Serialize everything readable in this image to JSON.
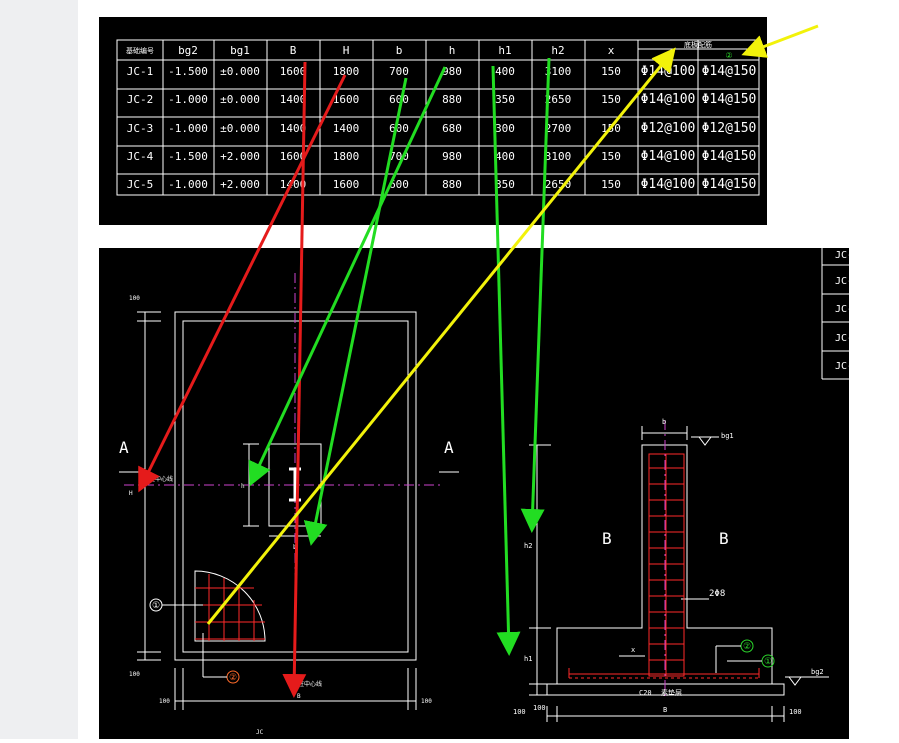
{
  "table": {
    "headers": [
      "基础编号",
      "bg2",
      "bg1",
      "B",
      "H",
      "b",
      "h",
      "h1",
      "h2",
      "x"
    ],
    "rebar_header": "底板配筋",
    "rebar_sub": [
      "①",
      "②"
    ],
    "rows": [
      [
        "JC-1",
        "-1.500",
        "±0.000",
        "1600",
        "1800",
        "700",
        "980",
        "400",
        "3100",
        "150",
        "Φ14@100",
        "Φ14@150"
      ],
      [
        "JC-2",
        "-1.000",
        "±0.000",
        "1400",
        "1600",
        "600",
        "880",
        "350",
        "2650",
        "150",
        "Φ14@100",
        "Φ14@150"
      ],
      [
        "JC-3",
        "-1.000",
        "±0.000",
        "1400",
        "1400",
        "600",
        "680",
        "300",
        "2700",
        "150",
        "Φ12@100",
        "Φ12@150"
      ],
      [
        "JC-4",
        "-1.500",
        "+2.000",
        "1600",
        "1800",
        "700",
        "980",
        "400",
        "3100",
        "150",
        "Φ14@100",
        "Φ14@150"
      ],
      [
        "JC-5",
        "-1.000",
        "+2.000",
        "1400",
        "1600",
        "600",
        "880",
        "350",
        "2650",
        "150",
        "Φ14@100",
        "Φ14@150"
      ]
    ]
  },
  "right_stub_labels": [
    "JC-",
    "JC-",
    "JC-",
    "JC-",
    "JC-"
  ],
  "plan": {
    "section_left": "A",
    "section_right": "A",
    "axis_label_h": "柱中心线",
    "axis_label_v": "柱中心线",
    "dim_top": "100",
    "dim_bottom_left": "100",
    "dim_bottom_right": "100",
    "dim_left_bottom": "100",
    "dim_B": "B",
    "dim_H": "H",
    "dim_b": "b",
    "dim_h": "h",
    "callout_1": "①",
    "callout_2": "②",
    "caption": "JC"
  },
  "section": {
    "label_left": "B",
    "label_right": "B",
    "dim_b": "b",
    "dim_B": "B",
    "dim_h1": "h1",
    "dim_h2": "h2",
    "dim_x": "x",
    "dim_100_left": "100",
    "dim_100_right": "100",
    "bottom_dim": "100",
    "elev_bg1": "bg1",
    "elev_bg2": "bg2",
    "rebar_note": "2Φ8",
    "base_note": "C20",
    "base_note2": "素垫层",
    "callout_1": "①",
    "callout_2": "②"
  },
  "colors": {
    "arrow_red": "#e51b1b",
    "arrow_green": "#22dd22",
    "arrow_yellow": "#f2f20a",
    "cad_white": "#ffffff",
    "cad_red": "#ff2a2a",
    "cad_magenta": "#cc44cc",
    "cad_green": "#2bd62b"
  }
}
